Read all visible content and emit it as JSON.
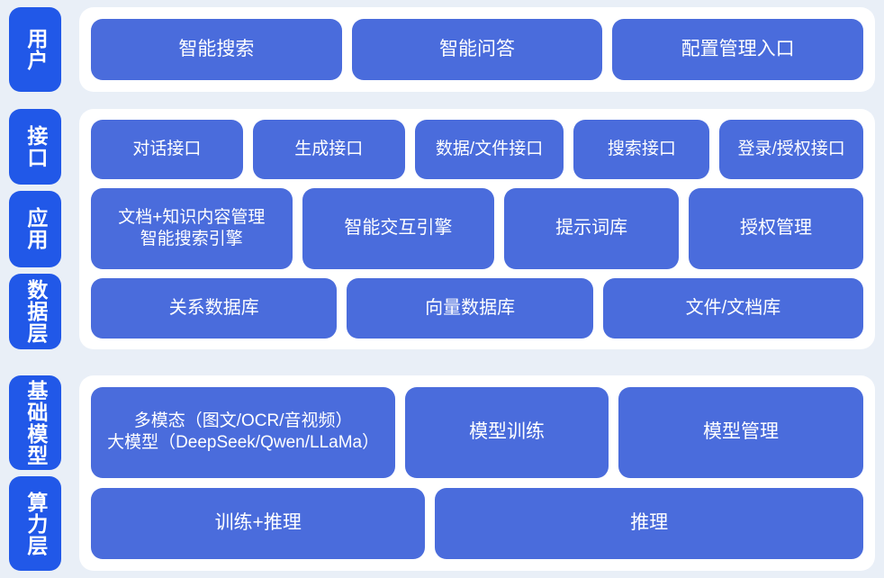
{
  "diagram": {
    "type": "layered-architecture",
    "background_color": "#e9eff7",
    "panel_color": "#ffffff",
    "rail_color": "#2158e8",
    "card_color": "#4a6cdc",
    "card_text_color": "#ffffff",
    "bands": [
      {
        "id": "user",
        "rails": [
          {
            "label": "用户"
          }
        ],
        "rows": [
          {
            "id": "user-entries",
            "cards": [
              {
                "label": "智能搜索",
                "flex": 1
              },
              {
                "label": "智能问答",
                "flex": 1
              },
              {
                "label": "配置管理入口",
                "flex": 1
              }
            ]
          }
        ]
      },
      {
        "id": "middle",
        "rails": [
          {
            "label": "接口"
          },
          {
            "label": "应用"
          },
          {
            "label": "数据层"
          }
        ],
        "rows": [
          {
            "id": "interface-apis",
            "cards": [
              {
                "label": "对话接口",
                "flex": 1.04
              },
              {
                "label": "生成接口",
                "flex": 1.04
              },
              {
                "label": "数据/文件接口",
                "flex": 1.02
              },
              {
                "label": "搜索接口",
                "flex": 0.92
              },
              {
                "label": "登录/授权接口",
                "flex": 0.98
              }
            ]
          },
          {
            "id": "application-services",
            "cards": [
              {
                "label": "文档+知识内容管理\n智能搜索引擎",
                "flex": 1.07,
                "multiline": true
              },
              {
                "label": "智能交互引擎",
                "flex": 1.02
              },
              {
                "label": "提示词库",
                "flex": 0.92
              },
              {
                "label": "授权管理",
                "flex": 0.92
              }
            ]
          },
          {
            "id": "data-stores",
            "cards": [
              {
                "label": "关系数据库",
                "flex": 1
              },
              {
                "label": "向量数据库",
                "flex": 1
              },
              {
                "label": "文件/文档库",
                "flex": 1.06
              }
            ]
          }
        ]
      },
      {
        "id": "base",
        "rails": [
          {
            "label": "基础模型"
          },
          {
            "label": "算力层"
          }
        ],
        "rows": [
          {
            "id": "foundation-models",
            "cards": [
              {
                "label": "多模态（图文/OCR/音视频）\n大模型（DeepSeek/Qwen/LLaMa）",
                "flex": 1.48,
                "multiline": true
              },
              {
                "label": "模型训练",
                "flex": 0.97
              },
              {
                "label": "模型管理",
                "flex": 1.18
              }
            ]
          },
          {
            "id": "compute-layer",
            "cards": [
              {
                "label": "训练+推理",
                "flex": 1
              },
              {
                "label": "推理",
                "flex": 1.29
              }
            ]
          }
        ]
      }
    ]
  }
}
